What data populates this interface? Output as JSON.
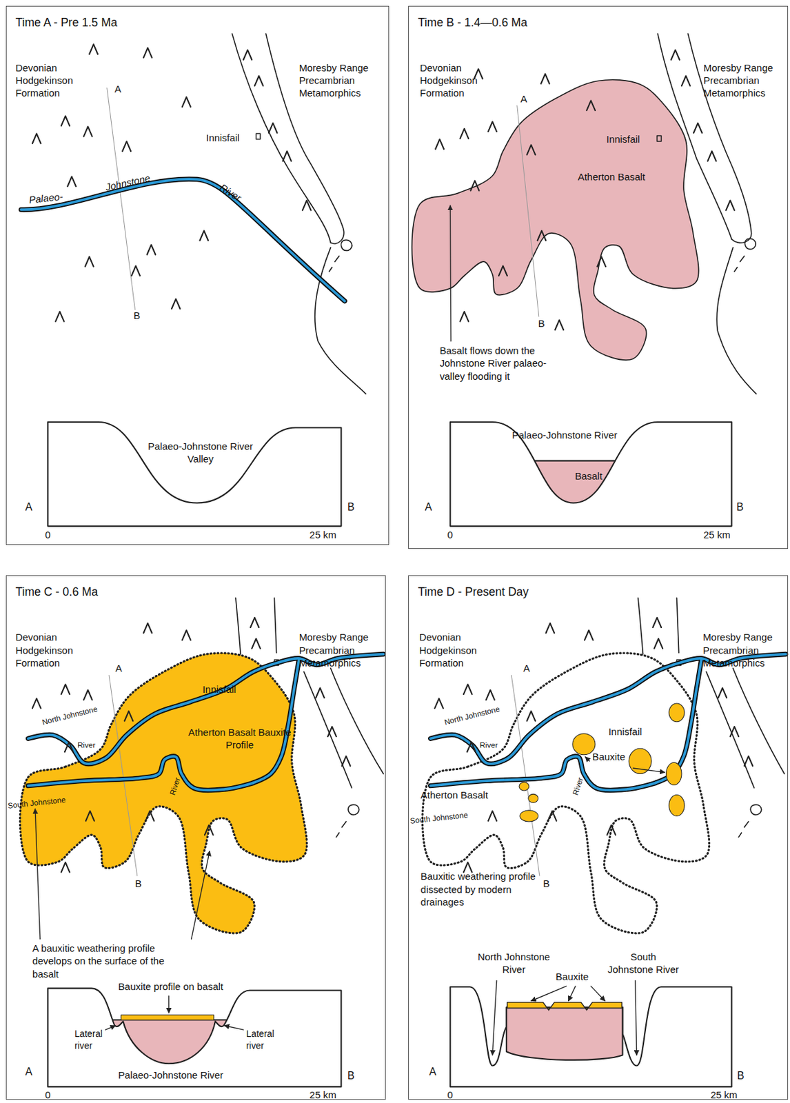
{
  "diagram": {
    "nodes": [
      {
        "text": [
          "Time A - Pre 1.5 Ma"
        ]
      },
      {
        "text": [
          "Time B - 1.4—0.6 Ma"
        ]
      },
      {
        "text": [
          "Atherton Basalt"
        ],
        "in": 1
      },
      {
        "text": [
          "Basalt"
        ],
        "in": 1
      },
      {
        "text": [
          "Time C - 0.6 Ma"
        ]
      },
      {
        "text": [
          "Atherton Basalt Bauxite Profile"
        ],
        "in": 4
      },
      {
        "text": [
          "Time D - Present Day"
        ]
      }
    ],
    "labels": [
      "Devonian Hodgekinson Formation",
      "A",
      "Moresby Range Precambrian Metamorphics",
      "Innisfail",
      "Palaeo-",
      "Johnstone",
      "River",
      "B",
      "Palaeo-Johnstone River Valley",
      "A",
      "B",
      "0",
      "25 km",
      "Devonian Hodgekinson Formation",
      "A",
      "Moresby Range Precambrian Metamorphics",
      "Innisfail",
      "B",
      "Basalt flows down the Johnstone River palaeo-valley flooding it",
      "Palaeo-Johnstone River",
      "A",
      "B",
      "0",
      "25 km",
      "Devonian Hodgekinson Formation",
      "A",
      "Moresby Range Precambrian Metamorphics",
      "North Johnstone",
      "River",
      "Innisfail",
      "River",
      "South Johnstone",
      "B",
      "A bauxitic weathering profile develops on the surface of the basalt",
      "Bauxite profile on basalt",
      "Lateral river",
      "Lateral river",
      "A",
      "Palaeo-Johnstone River",
      "0",
      "B",
      "25 km",
      "Devonian Hodgekinson Formation",
      "A",
      "Moresby Range Precambrian Metamorphics",
      "North Johnstone",
      "River",
      "Innisfail",
      "Bauxite",
      "Atherton Basalt",
      "River",
      "South Johnstone",
      "B",
      "Bauxitic weathering profile dissected by modern drainages",
      "North Johnstone River",
      "South Johnstone River",
      "Bauxite",
      "A",
      "0",
      "B",
      "25 km"
    ]
  }
}
